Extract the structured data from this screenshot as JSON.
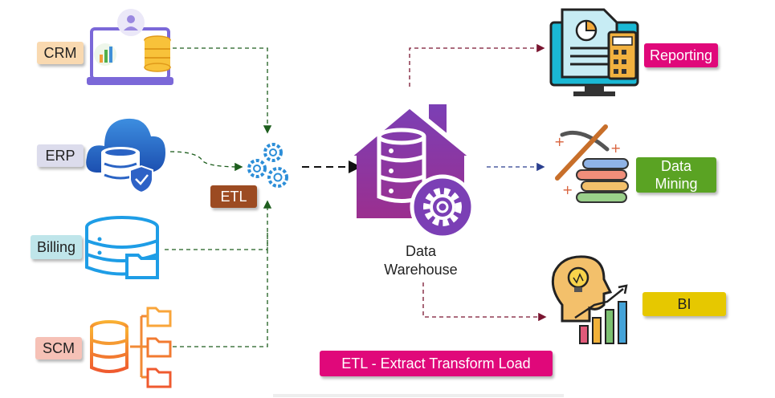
{
  "sources": [
    {
      "label": "CRM",
      "color": "#f9d9b0"
    },
    {
      "label": "ERP",
      "color": "#dcdcec"
    },
    {
      "label": "Billing",
      "color": "#bfe5ea"
    },
    {
      "label": "SCM",
      "color": "#f6c1b6"
    }
  ],
  "etl": {
    "label": "ETL",
    "color": "#9c4b22"
  },
  "warehouse": {
    "line1": "Data",
    "line2": "Warehouse"
  },
  "outputs": [
    {
      "label": "Reporting",
      "color": "#e0087a"
    },
    {
      "label": "Data Mining",
      "color": "#5aa323"
    },
    {
      "label": "BI",
      "color": "#e6c800"
    }
  ],
  "footer": {
    "label": "ETL - Extract Transform Load",
    "color": "#e0087a"
  }
}
